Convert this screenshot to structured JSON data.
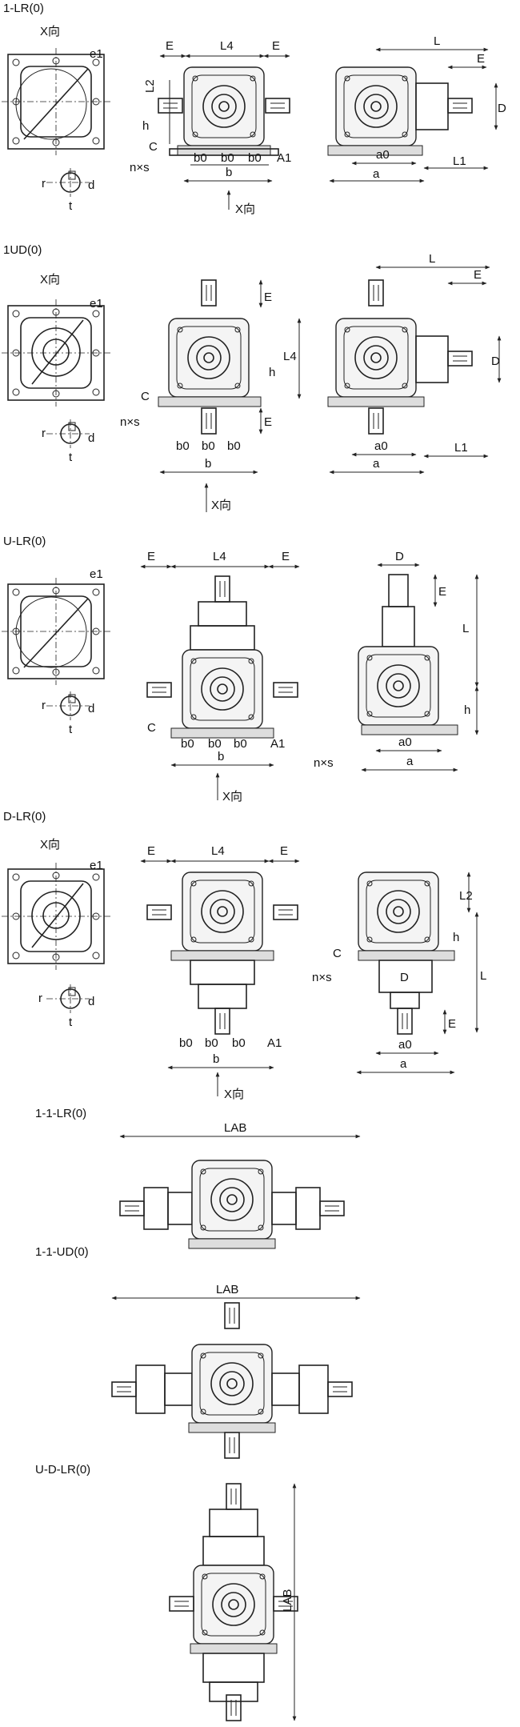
{
  "sections": [
    {
      "id": "s1",
      "title": "1-LR(0)"
    },
    {
      "id": "s2",
      "title": "1UD(0)"
    },
    {
      "id": "s3",
      "title": "U-LR(0)"
    },
    {
      "id": "s4",
      "title": "D-LR(0)"
    },
    {
      "id": "s5",
      "title": "1-1-LR(0)"
    },
    {
      "id": "s6",
      "title": "1-1-UD(0)"
    },
    {
      "id": "s7",
      "title": "U-D-LR(0)"
    }
  ],
  "labels": {
    "x_view": "X向",
    "e1": "e1",
    "E": "E",
    "L4": "L4",
    "L": "L",
    "L1": "L1",
    "L2": "L2",
    "h": "h",
    "C": "C",
    "nxs": "n×s",
    "b0": "b0",
    "b": "b",
    "A1": "A1",
    "a0": "a0",
    "a": "a",
    "D": "D",
    "r": "r",
    "d": "d",
    "t": "t",
    "LAB": "LAB"
  }
}
